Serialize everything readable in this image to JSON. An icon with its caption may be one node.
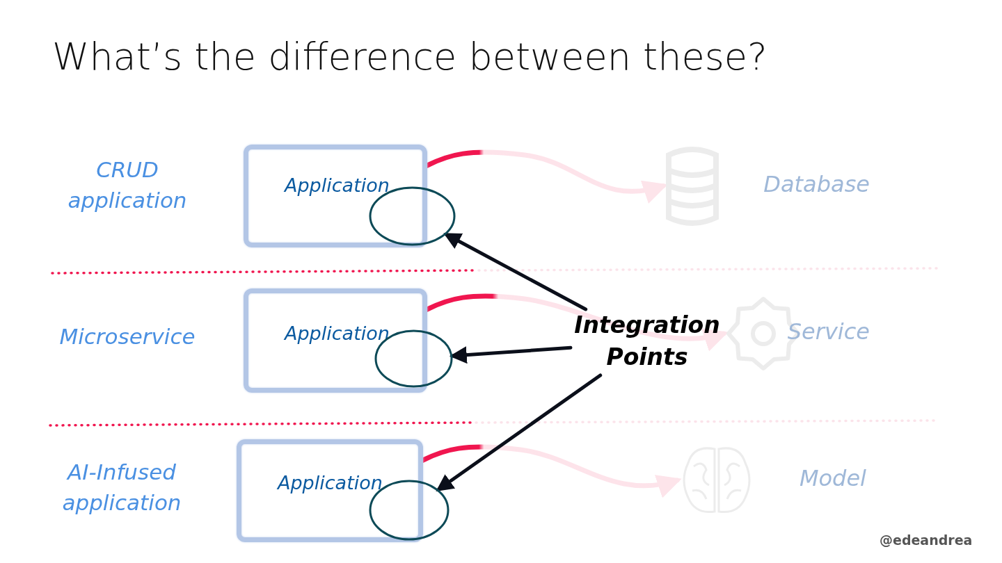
{
  "diagram": {
    "title": "What’s the difference between these?",
    "nodes": [
      {
        "text": [
          "Application"
        ]
      },
      {
        "text": [],
        "shape": "circle"
      },
      {
        "text": [
          "Database"
        ]
      },
      {
        "text": [
          "Application"
        ]
      },
      {
        "text": [],
        "shape": "circle"
      },
      {
        "text": [
          "Service"
        ]
      },
      {
        "text": [
          "Application"
        ]
      },
      {
        "text": [],
        "shape": "circle"
      },
      {
        "text": [
          "Model"
        ]
      },
      {
        "text": [
          "Integration Points"
        ]
      }
    ],
    "edges": [
      {
        "from": 0,
        "to": 2,
        "arrow": "to",
        "style": "thick",
        "color": "#f0164f"
      },
      {
        "from": 9,
        "to": 1,
        "arrow": "to"
      },
      {
        "from": 3,
        "to": 5,
        "arrow": "to",
        "style": "thick",
        "color": "#f0164f"
      },
      {
        "from": 9,
        "to": 4,
        "arrow": "to"
      },
      {
        "from": 6,
        "to": 8,
        "arrow": "to",
        "style": "thick",
        "color": "#f0164f"
      },
      {
        "from": 9,
        "to": 7,
        "arrow": "to"
      }
    ],
    "labels": [
      "CRUD application",
      "Microservice",
      "AI-Infused application",
      "@edeandrea"
    ]
  }
}
